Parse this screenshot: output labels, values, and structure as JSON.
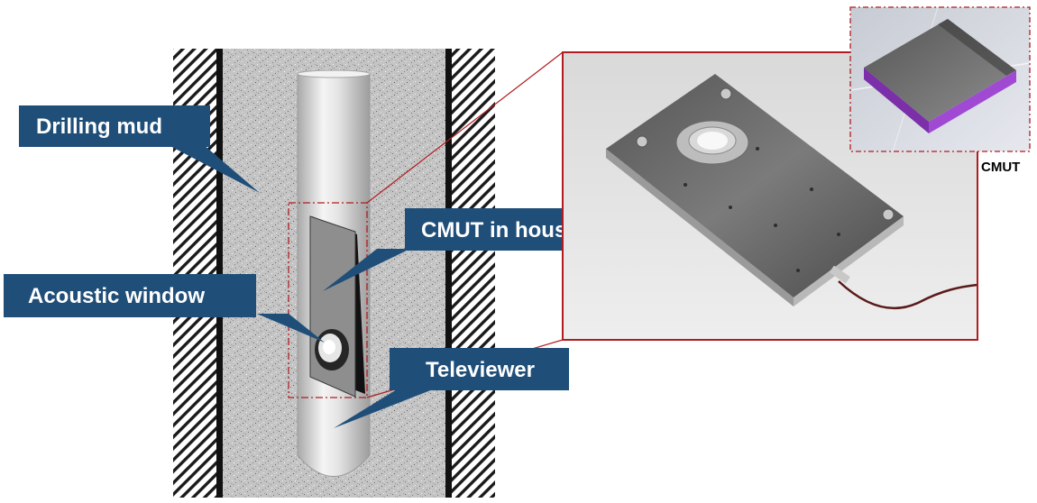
{
  "labels": {
    "drilling_mud": "Drilling mud",
    "cmut_in_housing": "CMUT in housing",
    "acoustic_window": "Acoustic window",
    "televiewer": "Televiewer",
    "cmut_caption": "CMUT"
  },
  "colors": {
    "callout_fill": "#1f4e79",
    "callout_text": "#ffffff",
    "frame_red": "#b01c21",
    "wall_black": "#111111",
    "mud_gray": "#bdbdbd"
  }
}
